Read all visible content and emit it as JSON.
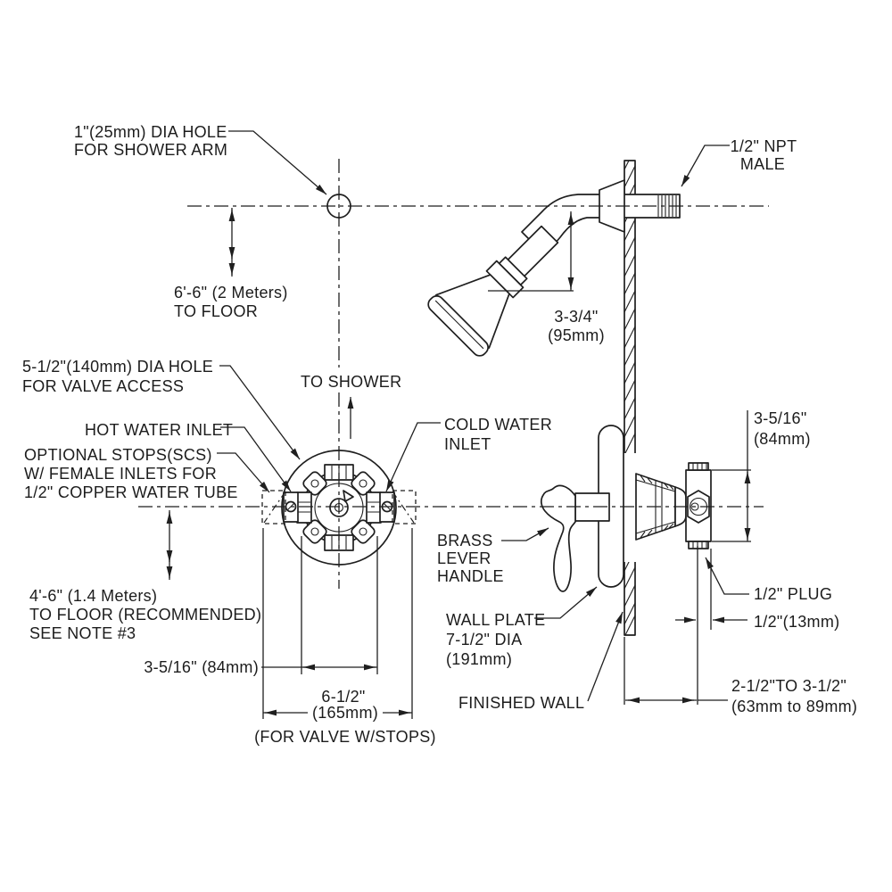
{
  "title": "Shower valve and showerhead installation dimension diagram",
  "colors": {
    "ink": "#1f1f1f",
    "background": "#ffffff"
  },
  "annotations": {
    "shower_arm_hole": {
      "line1": "1\"(25mm) DIA HOLE",
      "line2": "FOR SHOWER ARM"
    },
    "npt_male": {
      "line1": "1/2\" NPT",
      "line2": "MALE"
    },
    "showerhead_height": {
      "line1": "6'-6\" (2 Meters)",
      "line2": "TO FLOOR"
    },
    "showerhead_offset": {
      "line1": "3-3/4\"",
      "line2": "(95mm)"
    },
    "valve_access": {
      "line1": "5-1/2\"(140mm) DIA HOLE",
      "line2": "FOR VALVE ACCESS"
    },
    "to_shower": {
      "line1": "TO SHOWER"
    },
    "hot_water_inlet": {
      "line1": "HOT WATER INLET"
    },
    "cold_water_inlet": {
      "line1": "COLD WATER",
      "line2": "INLET"
    },
    "optional_stops": {
      "line1": "OPTIONAL STOPS(SCS)",
      "line2": "W/ FEMALE INLETS FOR",
      "line3": "1/2\" COPPER WATER TUBE"
    },
    "valve_height_floor": {
      "line1": "4'-6\" (1.4 Meters)",
      "line2": "TO FLOOR (RECOMMENDED)",
      "line3": "SEE NOTE #3"
    },
    "stops_width_inner": {
      "line1": "3-5/16\" (84mm)"
    },
    "stops_width_outer": {
      "line1": "6-1/2\"",
      "line2": "(165mm)",
      "line3": "(FOR VALVE W/STOPS)"
    },
    "brass_lever_handle": {
      "line1": "BRASS",
      "line2": "LEVER",
      "line3": "HANDLE"
    },
    "wall_plate": {
      "line1": "WALL PLATE",
      "line2": "7-1/2\" DIA",
      "line3": "(191mm)"
    },
    "finished_wall": {
      "line1": "FINISHED WALL"
    },
    "valve_body_height": {
      "line1": "3-5/16\"",
      "line2": "(84mm)"
    },
    "plug": {
      "line1": "1/2\" PLUG"
    },
    "plug_size": {
      "line1": "1/2\"(13mm)"
    },
    "wall_depth": {
      "line1": "2-1/2\"TO 3-1/2\"",
      "line2": "(63mm to 89mm)"
    }
  }
}
